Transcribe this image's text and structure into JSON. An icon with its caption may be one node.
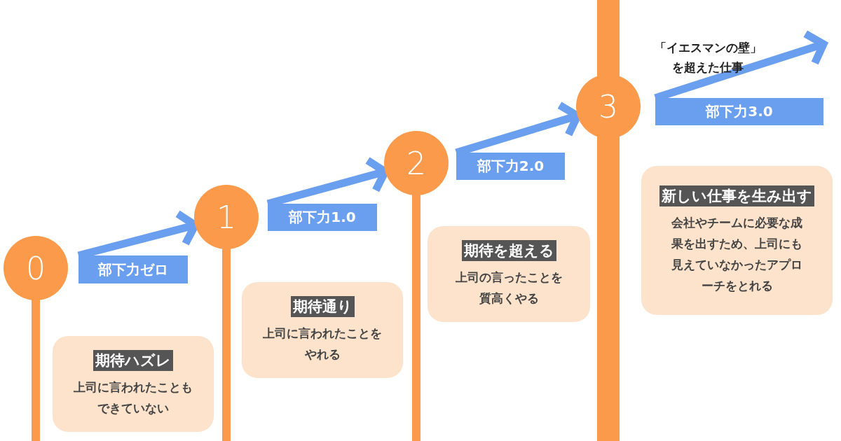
{
  "diagram": {
    "nodes": [
      {
        "text": [
          "0"
        ]
      },
      {
        "text": [
          "部下力ゼロ"
        ]
      },
      {
        "text": [
          "期待ハズレ",
          "上司に言われたこともできていない"
        ]
      },
      {
        "text": [
          "1"
        ]
      },
      {
        "text": [
          "部下力1.0"
        ]
      },
      {
        "text": [
          "期待通り",
          "上司に言われたことをやれる"
        ]
      },
      {
        "text": [
          "2"
        ]
      },
      {
        "text": [
          "部下力2.0"
        ]
      },
      {
        "text": [
          "期待を超える",
          "上司の言ったことを質高くやる"
        ]
      },
      {
        "text": [
          "3"
        ]
      },
      {
        "text": [
          "部下力3.0"
        ]
      },
      {
        "text": [
          "新しい仕事を生み出す",
          "会社やチームに必要な成果を出すため、上司にも見えていなかったアプローチをとれる"
        ]
      }
    ],
    "edges": [
      {
        "from": 1,
        "to": 3,
        "arrow": "to"
      },
      {
        "from": 4,
        "to": 6,
        "arrow": "to"
      },
      {
        "from": 7,
        "to": 9,
        "arrow": "to"
      },
      {
        "from": 10,
        "to": null,
        "arrow": "to"
      }
    ],
    "labels": [
      "「イエスマンの壁」を超えた仕事"
    ]
  }
}
